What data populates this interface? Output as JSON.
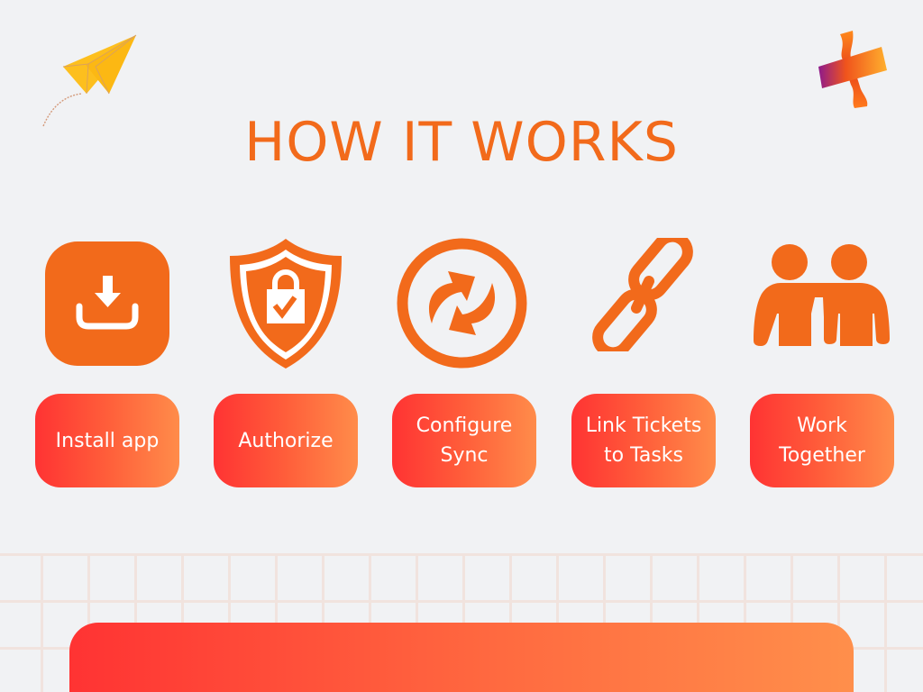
{
  "page": {
    "title": "HOW IT WORKS"
  },
  "colors": {
    "accent": "#F26A1B",
    "gradient_start": "#FF3333",
    "gradient_end": "#FF8C4A",
    "background": "#F1F2F4",
    "grid_line": "#F1E3DE",
    "plane_yellow": "#FDBF1E"
  },
  "decor": {
    "top_left": "paper-plane-icon",
    "top_right": "logo-mark-icon"
  },
  "steps": [
    {
      "icon": "download-icon",
      "label": "Install app"
    },
    {
      "icon": "shield-lock-icon",
      "label": "Authorize"
    },
    {
      "icon": "sync-icon",
      "label": "Configure Sync"
    },
    {
      "icon": "link-icon",
      "label": "Link Tickets to Tasks"
    },
    {
      "icon": "people-icon",
      "label": "Work Together"
    }
  ]
}
